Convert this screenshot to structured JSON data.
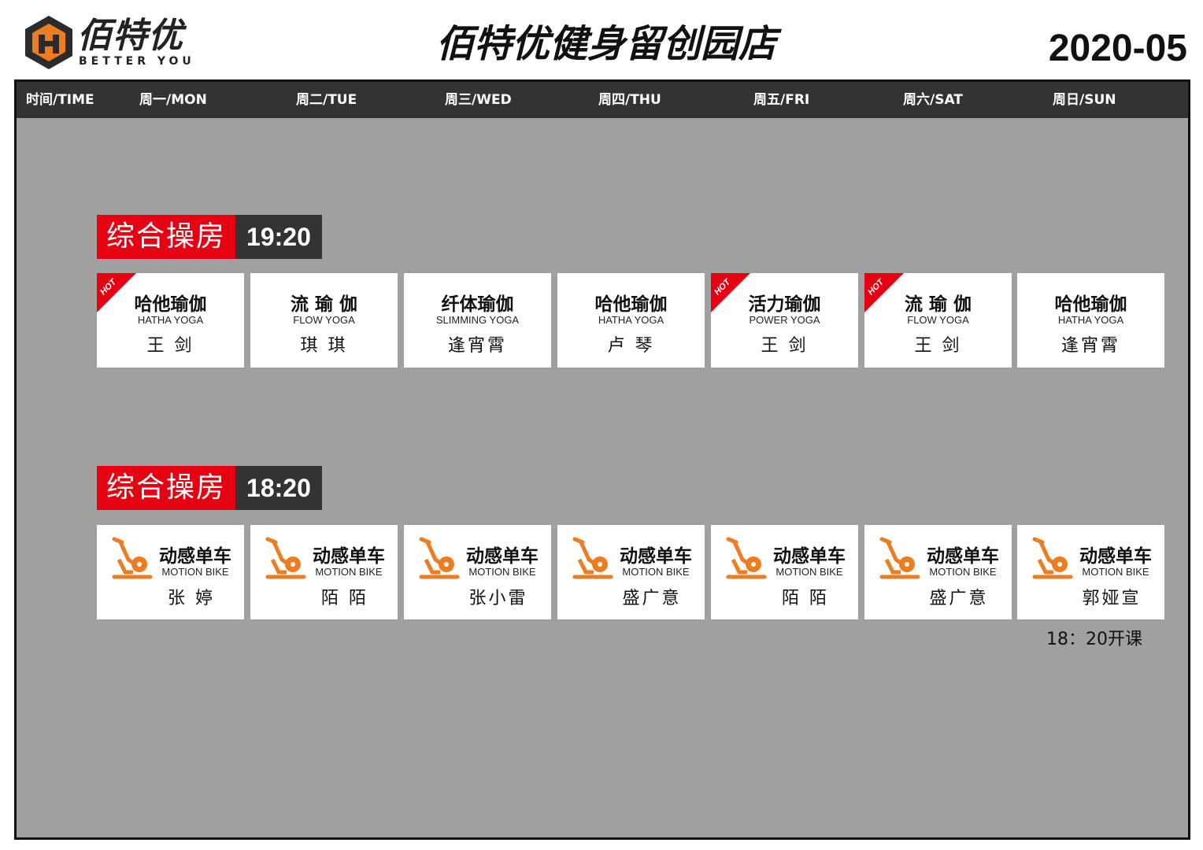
{
  "brand": {
    "name_cn": "佰特优",
    "name_en": "BETTER YOU"
  },
  "title": "佰特优健身留创园店",
  "date": "2020-05",
  "header": [
    "时间/TIME",
    "周一/MON",
    "周二/TUE",
    "周三/WED",
    "周四/THU",
    "周五/FRI",
    "周六/SAT",
    "周日/SUN"
  ],
  "sections": [
    {
      "room": "综合操房",
      "time": "19:20",
      "classes": [
        {
          "name": "哈他瑜伽",
          "sub": "HATHA YOGA",
          "teacher": "王 剑",
          "hot": true,
          "hot_label": "HOT"
        },
        {
          "name": "流 瑜 伽",
          "sub": "FLOW YOGA",
          "teacher": "琪 琪",
          "hot": false
        },
        {
          "name": "纤体瑜伽",
          "sub": "SLIMMING YOGA",
          "teacher": "逢宵霄",
          "hot": false
        },
        {
          "name": "哈他瑜伽",
          "sub": "HATHA YOGA",
          "teacher": "卢 琴",
          "hot": false
        },
        {
          "name": "活力瑜伽",
          "sub": "POWER YOGA",
          "teacher": "王 剑",
          "hot": true,
          "hot_label": "HOT"
        },
        {
          "name": "流 瑜 伽",
          "sub": "FLOW YOGA",
          "teacher": "王 剑",
          "hot": true,
          "hot_label": "HOT"
        },
        {
          "name": "哈他瑜伽",
          "sub": "HATHA YOGA",
          "teacher": "逢宵霄",
          "hot": false
        }
      ]
    },
    {
      "room": "综合操房",
      "time": "18:20",
      "classes": [
        {
          "name": "动感单车",
          "sub": "MOTION BIKE",
          "teacher": "张 婷",
          "icon": "bike-icon"
        },
        {
          "name": "动感单车",
          "sub": "MOTION BIKE",
          "teacher": "陌 陌",
          "icon": "bike-icon"
        },
        {
          "name": "动感单车",
          "sub": "MOTION BIKE",
          "teacher": "张小雷",
          "icon": "bike-icon"
        },
        {
          "name": "动感单车",
          "sub": "MOTION BIKE",
          "teacher": "盛广意",
          "icon": "bike-icon"
        },
        {
          "name": "动感单车",
          "sub": "MOTION BIKE",
          "teacher": "陌 陌",
          "icon": "bike-icon"
        },
        {
          "name": "动感单车",
          "sub": "MOTION BIKE",
          "teacher": "盛广意",
          "icon": "bike-icon"
        },
        {
          "name": "动感单车",
          "sub": "MOTION BIKE",
          "teacher": "郭娅宣",
          "icon": "bike-icon"
        }
      ]
    }
  ],
  "note": "18：20开课",
  "colors": {
    "accent_red": "#e60012",
    "dark": "#333333",
    "panel_gray": "#a0a0a0",
    "bike_orange": "#ee7d22"
  }
}
